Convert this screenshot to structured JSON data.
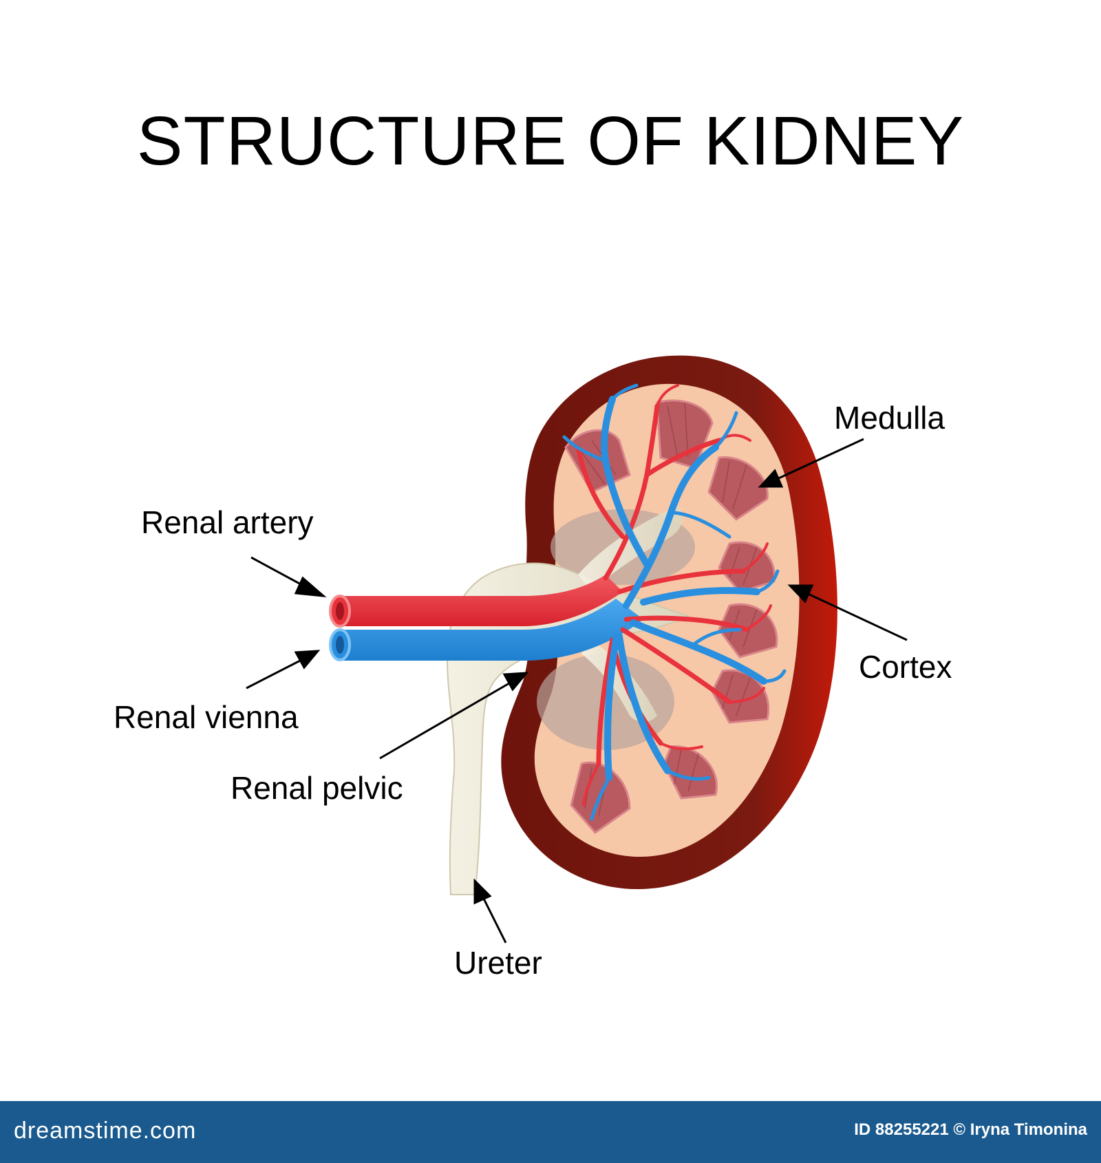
{
  "title": "STRUCTURE OF KIDNEY",
  "labels": {
    "renal_artery": "Renal artery",
    "renal_vienna": "Renal vienna",
    "renal_pelvic": "Renal pelvic",
    "ureter": "Ureter",
    "medulla": "Medulla",
    "cortex": "Cortex"
  },
  "watermark": {
    "brand": "dreamstime.com",
    "credit": "ID 88255221 © Iryna Timonina"
  },
  "colors": {
    "capsule": "#7a1a10",
    "cortex": "#f7c8a8",
    "medulla": "#b85a60",
    "artery": "#e8323c",
    "vein": "#2a8fde",
    "pelvis": "#ede9d8",
    "footer": "#1a5a8e"
  }
}
